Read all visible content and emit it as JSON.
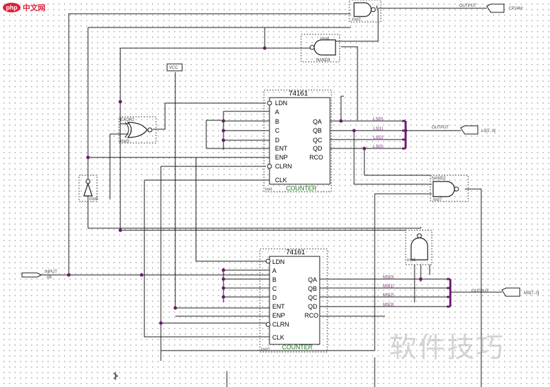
{
  "logo": {
    "php": "php",
    "cn": "中文网"
  },
  "watermark": "软件技巧",
  "counter_top": {
    "part": "74161",
    "footer": "COUNTER",
    "inst": "inst",
    "inputs": [
      "LDN",
      "A",
      "B",
      "C",
      "D",
      "ENT",
      "ENP",
      "CLRN",
      "CLK"
    ],
    "outputs": [
      "QA",
      "QB",
      "QC",
      "QD",
      "RCO"
    ]
  },
  "counter_bottom": {
    "part": "74161",
    "footer": "COUNTER",
    "inst": "inst1",
    "inputs": [
      "LDN",
      "A",
      "B",
      "C",
      "D",
      "ENT",
      "ENP",
      "CLRN",
      "CLK"
    ],
    "outputs": [
      "QA",
      "QB",
      "QC",
      "QD",
      "RCO"
    ]
  },
  "gates": {
    "nand2_top": "inst2",
    "inv_top": "inst4",
    "nand_mid": "NAND3",
    "xnor_left": "EXOR2",
    "xnor_inst": "inst3",
    "nand2_right": "NAND2",
    "nand2_right_inst": "inst7",
    "inv_left_inst": "inst5",
    "nand_v_inst": "inst6"
  },
  "ports": {
    "input": {
      "label": "INPUT",
      "name": "clk"
    },
    "vcc": "VCC",
    "cp": {
      "label": "OUTPUT",
      "name": "CP24M"
    },
    "ls": {
      "label": "OUTPUT",
      "name": "LS[7..0]"
    },
    "ms": {
      "label": "OUTPUT",
      "name": "MS[7..0]"
    }
  },
  "bus_top": [
    "LS[0]",
    "LS[1]",
    "LS[2]",
    "LS[3]"
  ],
  "bus_bottom": [
    "MS[0]",
    "MS[1]",
    "MS[2]",
    "MS[3]"
  ]
}
